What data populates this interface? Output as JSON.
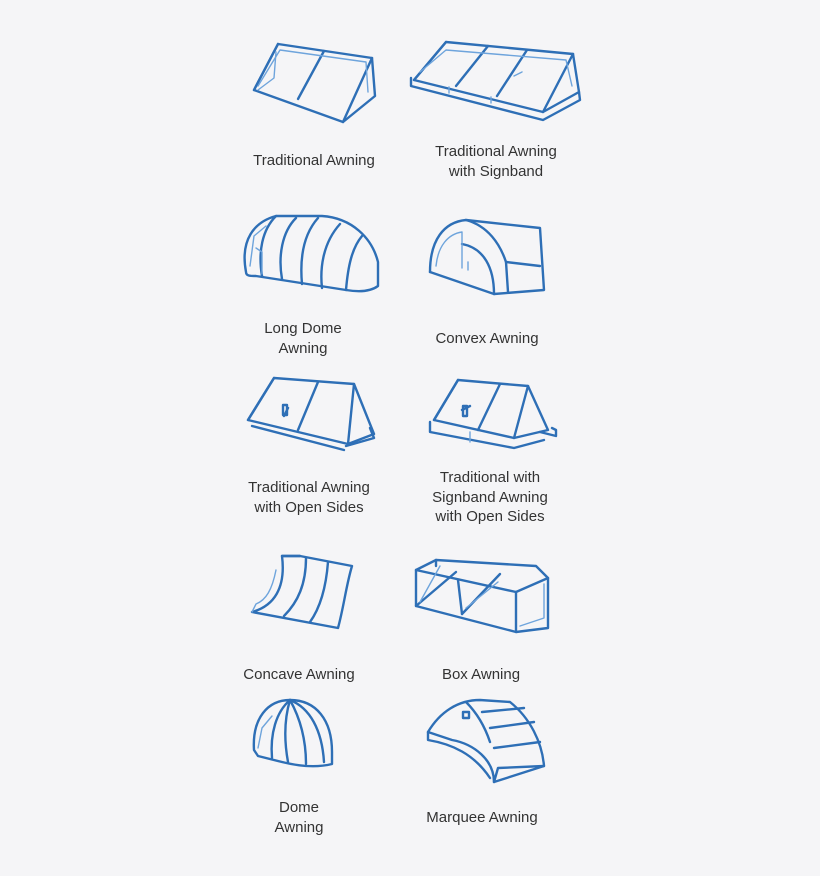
{
  "awnings": [
    {
      "id": "traditional",
      "label": "Traditional Awning",
      "icon": "traditional-awning-icon"
    },
    {
      "id": "traditional-signband",
      "label": "Traditional Awning\nwith Signband",
      "icon": "traditional-signband-awning-icon"
    },
    {
      "id": "long-dome",
      "label": "Long Dome\nAwning",
      "icon": "long-dome-awning-icon"
    },
    {
      "id": "convex",
      "label": "Convex Awning",
      "icon": "convex-awning-icon"
    },
    {
      "id": "traditional-open-sides",
      "label": "Traditional Awning\nwith Open Sides",
      "icon": "traditional-open-sides-awning-icon"
    },
    {
      "id": "traditional-signband-open-sides",
      "label": "Traditional with\nSignband Awning\nwith Open Sides",
      "icon": "signband-open-sides-awning-icon"
    },
    {
      "id": "concave",
      "label": "Concave Awning",
      "icon": "concave-awning-icon"
    },
    {
      "id": "box",
      "label": "Box Awning",
      "icon": "box-awning-icon"
    },
    {
      "id": "dome",
      "label": "Dome\nAwning",
      "icon": "dome-awning-icon"
    },
    {
      "id": "marquee",
      "label": "Marquee Awning",
      "icon": "marquee-awning-icon"
    }
  ],
  "colors": {
    "frame": "#2e6fb6",
    "background": "#f5f5f7",
    "text": "#333333"
  }
}
